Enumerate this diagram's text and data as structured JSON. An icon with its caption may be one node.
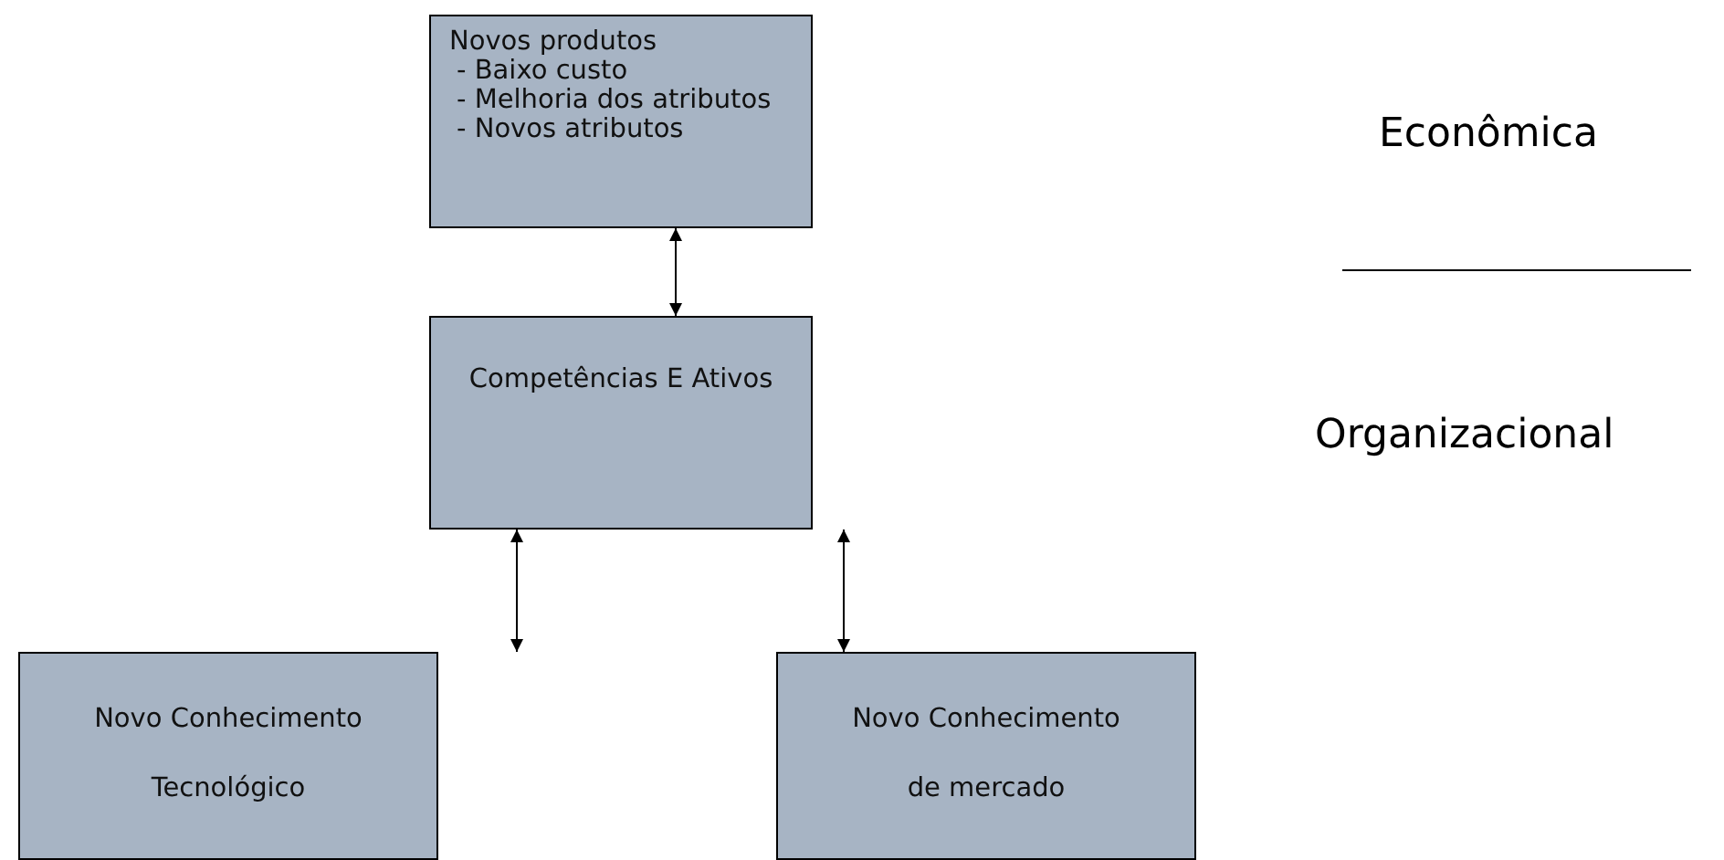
{
  "diagram": {
    "nodes": [
      {
        "text": [
          "Novos produtos",
          "- Baixo custo",
          "- Melhoria dos atributos",
          "- Novos atributos"
        ]
      },
      {
        "text": [
          "Competências E Ativos"
        ]
      },
      {
        "text": [
          "Novo Conhecimento",
          "Tecnológico"
        ]
      },
      {
        "text": [
          "Novo Conhecimento",
          "de mercado"
        ]
      }
    ],
    "edges": [
      {
        "from": 0,
        "to": 1,
        "arrow": "both"
      },
      {
        "from": 1,
        "to": 2,
        "arrow": "both"
      },
      {
        "from": 1,
        "to": 3,
        "arrow": "both"
      }
    ],
    "labels": [
      "Econômica",
      "Organizacional"
    ]
  }
}
